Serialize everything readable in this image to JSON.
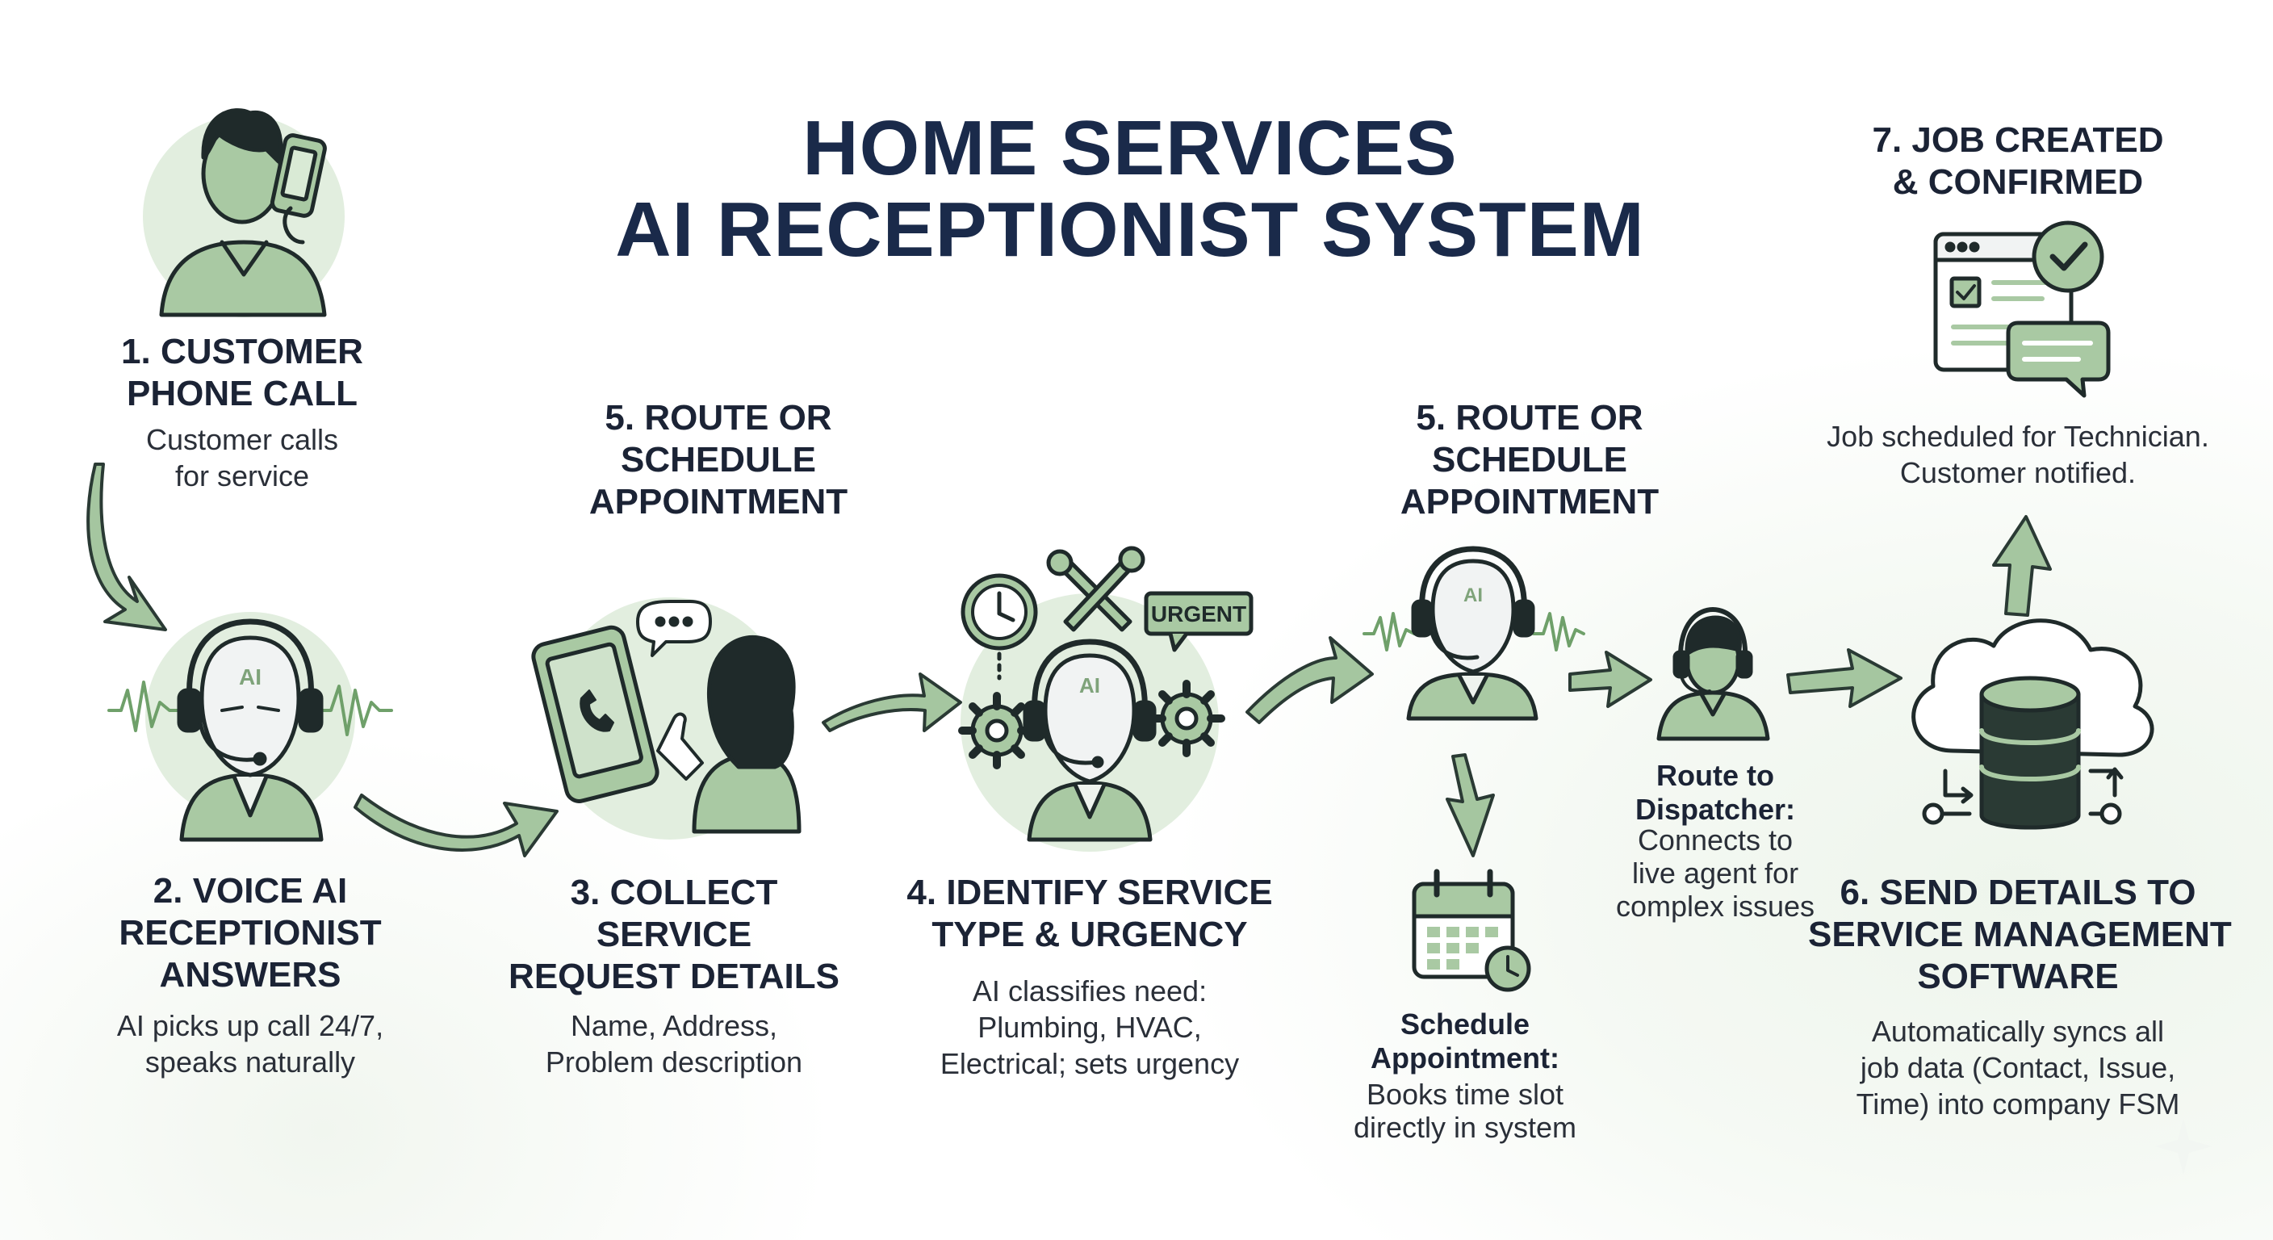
{
  "title": {
    "line1": "HOME SERVICES",
    "line2": "AI RECEPTIONIST SYSTEM"
  },
  "steps": [
    {
      "id": "step1",
      "heading": [
        "1. CUSTOMER",
        "PHONE CALL"
      ],
      "description": [
        "Customer calls",
        "for service"
      ]
    },
    {
      "id": "step2",
      "heading": [
        "2. VOICE AI",
        "RECEPTIONIST",
        "ANSWERS"
      ],
      "description": [
        "AI picks up call 24/7,",
        "speaks naturally"
      ]
    },
    {
      "id": "step3",
      "heading": [
        "3. COLLECT",
        "SERVICE",
        "REQUEST DETAILS"
      ],
      "description": [
        "Name, Address,",
        "Problem description"
      ]
    },
    {
      "id": "step4",
      "heading": [
        "4. IDENTIFY SERVICE",
        "TYPE & URGENCY"
      ],
      "description": [
        "AI classifies need:",
        "Plumbing, HVAC,",
        "Electrical; sets urgency"
      ]
    },
    {
      "id": "step5a",
      "heading": [
        "5. ROUTE OR",
        "SCHEDULE",
        "APPOINTMENT"
      ]
    },
    {
      "id": "step5b",
      "heading": [
        "5. ROUTE OR",
        "SCHEDULE",
        "APPOINTMENT"
      ]
    },
    {
      "id": "step6",
      "heading": [
        "6. SEND DETAILS TO",
        "SERVICE MANAGEMENT",
        "SOFTWARE"
      ],
      "description": [
        "Automatically syncs all",
        "job data (Contact, Issue,",
        "Time) into company FSM"
      ]
    },
    {
      "id": "step7",
      "heading": [
        "7. JOB CREATED",
        "& CONFIRMED"
      ],
      "description": [
        "Job scheduled for Technician.",
        "Customer notified."
      ]
    }
  ],
  "branches": {
    "dispatcher": {
      "heading": [
        "Route to",
        "Dispatcher:"
      ],
      "description": [
        "Connects to",
        "live agent for",
        "complex issues"
      ]
    },
    "schedule": {
      "heading": [
        "Schedule",
        "Appointment:"
      ],
      "description": [
        "Books time slot",
        "directly in system"
      ]
    }
  },
  "icon_labels": {
    "ai": "AI",
    "urgent": "URGENT"
  },
  "icons": [
    "person-phone-icon",
    "ai-robot-headset-icon",
    "smartphone-call-icon",
    "woman-icon",
    "clock-icon",
    "wrench-screwdriver-icon",
    "gear-icon",
    "urgent-tag-icon",
    "dispatcher-agent-icon",
    "calendar-icon",
    "cloud-database-icon",
    "browser-checklist-icon",
    "check-badge-icon",
    "chat-bubble-icon",
    "flow-arrow-icon"
  ],
  "colors": {
    "title": "#1a2a4a",
    "text": "#1b2335",
    "green_fill": "#a9c9a3",
    "green_light": "#e4efe1",
    "outline": "#1f2a2a",
    "arrow": "#9fc29a"
  }
}
